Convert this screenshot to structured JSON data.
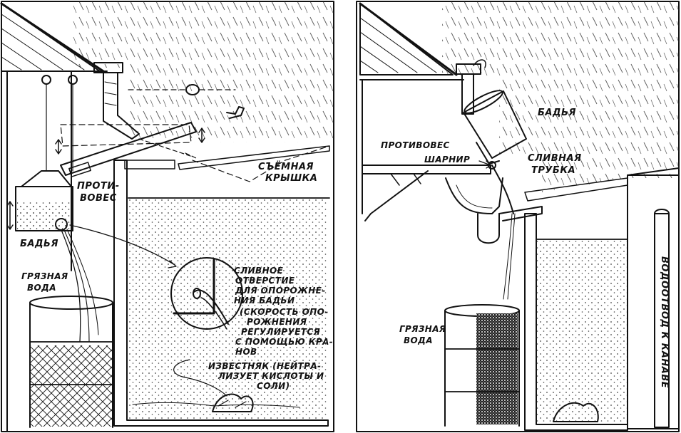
{
  "left_panel": {
    "counterweight": [
      "ПРОТИ-",
      "ВОВЕС"
    ],
    "bucket": "БАДЬЯ",
    "dirty_water": [
      "ГРЯЗНАЯ",
      "ВОДА"
    ],
    "removable_lid": [
      "СЪЁМНАЯ",
      "КРЫШКА"
    ],
    "drain_hole": [
      "СЛИВНОЕ",
      "ОТВЕРСТИЕ",
      "ДЛЯ ОПОРОЖНЕ-",
      "НИЯ БАДЬИ",
      "(СКОРОСТЬ ОПО-",
      "РОЖНЕНИЯ",
      "РЕГУЛИРУЕТСЯ",
      "С ПОМОЩЬЮ КРА-",
      "НОВ"
    ],
    "limestone": [
      "ИЗВЕСТНЯК (НЕЙТРА-",
      "ЛИЗУЕТ КИСЛОТЫ И",
      "СОЛИ)"
    ]
  },
  "right_panel": {
    "bucket": "БАДЬЯ",
    "counterweight": "ПРОТИВОВЕС",
    "hinge": "ШАРНИР",
    "drain_tube": [
      "СЛИВНАЯ",
      "ТРУБКА"
    ],
    "dirty_water": [
      "ГРЯЗНАЯ",
      "ВОДА"
    ],
    "ditch_drain": "ВОДООТВОД К КАНАВЕ"
  },
  "colors": {
    "ink": "#111111",
    "paper": "#ffffff"
  }
}
